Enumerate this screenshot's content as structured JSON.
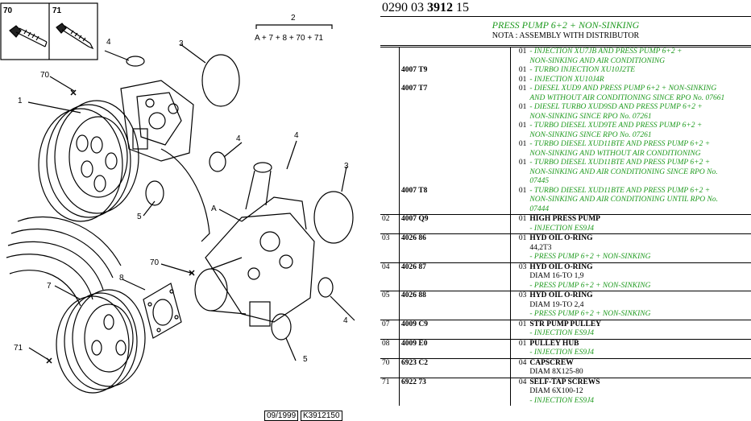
{
  "diagram": {
    "box_labels": [
      "70",
      "71"
    ],
    "ref_date": "09/1999",
    "ref_code": "K3912150",
    "callouts": {
      "c2": "2",
      "formula": "A + 7 + 8 + 70 + 71",
      "c4a": "4",
      "c70a": "70",
      "c3a": "3",
      "c1": "1",
      "c4b": "4",
      "c5a": "5",
      "c4c": "4",
      "cA": "A",
      "c3b": "3",
      "c70b": "70",
      "c8": "8",
      "c7": "7",
      "c4d": "4",
      "c71": "71",
      "c5b": "5"
    }
  },
  "header": {
    "ref_prefix": "0290 03",
    "ref_main": "3912",
    "ref_suffix": "15",
    "title": "PRESS PUMP 6+2 + NON-SINKING",
    "note": "NOTA : ASSEMBLY WITH DISTRIBUTOR"
  },
  "rows": [
    {
      "col1": "",
      "parts": [
        {
          "ref": "",
          "qty": "01",
          "name": "",
          "detail": "",
          "lines": [
            "- INJECTION XU7JB AND PRESS PUMP 6+2 +",
            "NON-SINKING AND AIR CONDITIONING"
          ]
        },
        {
          "ref": "4007 T9",
          "qty": "01",
          "name": "",
          "detail": "",
          "lines": [
            "- TURBO INJECTION XU10J2TE"
          ]
        },
        {
          "ref": "",
          "qty": "01",
          "name": "",
          "detail": "",
          "lines": [
            "- INJECTION XU10J4R"
          ]
        },
        {
          "ref": "4007 T7",
          "qty": "01",
          "name": "",
          "detail": "",
          "lines": [
            "- DIESEL XUD9 AND PRESS PUMP 6+2 + NON-SINKING",
            "AND WITHOUT AIR CONDITIONING SINCE RPO No. 07661"
          ]
        },
        {
          "ref": "",
          "qty": "01",
          "name": "",
          "detail": "",
          "lines": [
            "- DIESEL TURBO XUD9SD AND PRESS PUMP 6+2 +",
            "NON-SINKING SINCE RPO No. 07261"
          ]
        },
        {
          "ref": "",
          "qty": "01",
          "name": "",
          "detail": "",
          "lines": [
            "- TURBO DIESEL XUD9TE AND PRESS PUMP 6+2 +",
            "NON-SINKING SINCE RPO No. 07261"
          ]
        },
        {
          "ref": "",
          "qty": "01",
          "name": "",
          "detail": "",
          "lines": [
            "- TURBO DIESEL XUD11BTE AND PRESS PUMP 6+2 +",
            "NON-SINKING AND WITHOUT AIR CONDITIONING"
          ]
        },
        {
          "ref": "",
          "qty": "01",
          "name": "",
          "detail": "",
          "lines": [
            "- TURBO DIESEL XUD11BTE AND PRESS PUMP 6+2 +",
            "NON-SINKING AND AIR CONDITIONING SINCE RPO No.",
            "07445"
          ]
        },
        {
          "ref": "4007 T8",
          "qty": "01",
          "name": "",
          "detail": "",
          "lines": [
            "- TURBO DIESEL XUD11BTE AND PRESS PUMP 6+2 +",
            "NON-SINKING AND AIR CONDITIONING UNTIL RPO No.",
            "07444"
          ]
        }
      ]
    },
    {
      "col1": "02",
      "parts": [
        {
          "ref": "4007 Q9",
          "qty": "01",
          "name": "HIGH PRESS PUMP",
          "detail": "",
          "lines": [
            "- INJECTION ES9J4"
          ]
        }
      ]
    },
    {
      "col1": "03",
      "parts": [
        {
          "ref": "4026 86",
          "qty": "01",
          "name": "HYD OIL O-RING",
          "detail": "44,2T3",
          "lines": [
            "- PRESS PUMP 6+2 + NON-SINKING"
          ]
        }
      ]
    },
    {
      "col1": "04",
      "parts": [
        {
          "ref": "4026 87",
          "qty": "03",
          "name": "HYD OIL O-RING",
          "detail": "DIAM 16-TO 1,9",
          "lines": [
            "- PRESS PUMP 6+2 + NON-SINKING"
          ]
        }
      ]
    },
    {
      "col1": "05",
      "parts": [
        {
          "ref": "4026 88",
          "qty": "03",
          "name": "HYD OIL O-RING",
          "detail": "DIAM 19-TO 2,4",
          "lines": [
            "- PRESS PUMP 6+2 + NON-SINKING"
          ]
        }
      ]
    },
    {
      "col1": "07",
      "parts": [
        {
          "ref": "4009 C9",
          "qty": "01",
          "name": "STR PUMP PULLEY",
          "detail": "",
          "lines": [
            "- INJECTION ES9J4"
          ]
        }
      ]
    },
    {
      "col1": "08",
      "parts": [
        {
          "ref": "4009 E0",
          "qty": "01",
          "name": "PULLEY HUB",
          "detail": "",
          "lines": [
            "- INJECTION ES9J4"
          ]
        }
      ]
    },
    {
      "col1": "70",
      "parts": [
        {
          "ref": "6923 C2",
          "qty": "04",
          "name": "CAPSCREW",
          "detail": "DIAM 8X125-80",
          "lines": []
        }
      ]
    },
    {
      "col1": "71",
      "parts": [
        {
          "ref": "6922 73",
          "qty": "04",
          "name": "SELF-TAP SCREWS",
          "detail": "DIAM 6X100-12",
          "lines": [
            "- INJECTION ES9J4"
          ]
        }
      ]
    }
  ]
}
